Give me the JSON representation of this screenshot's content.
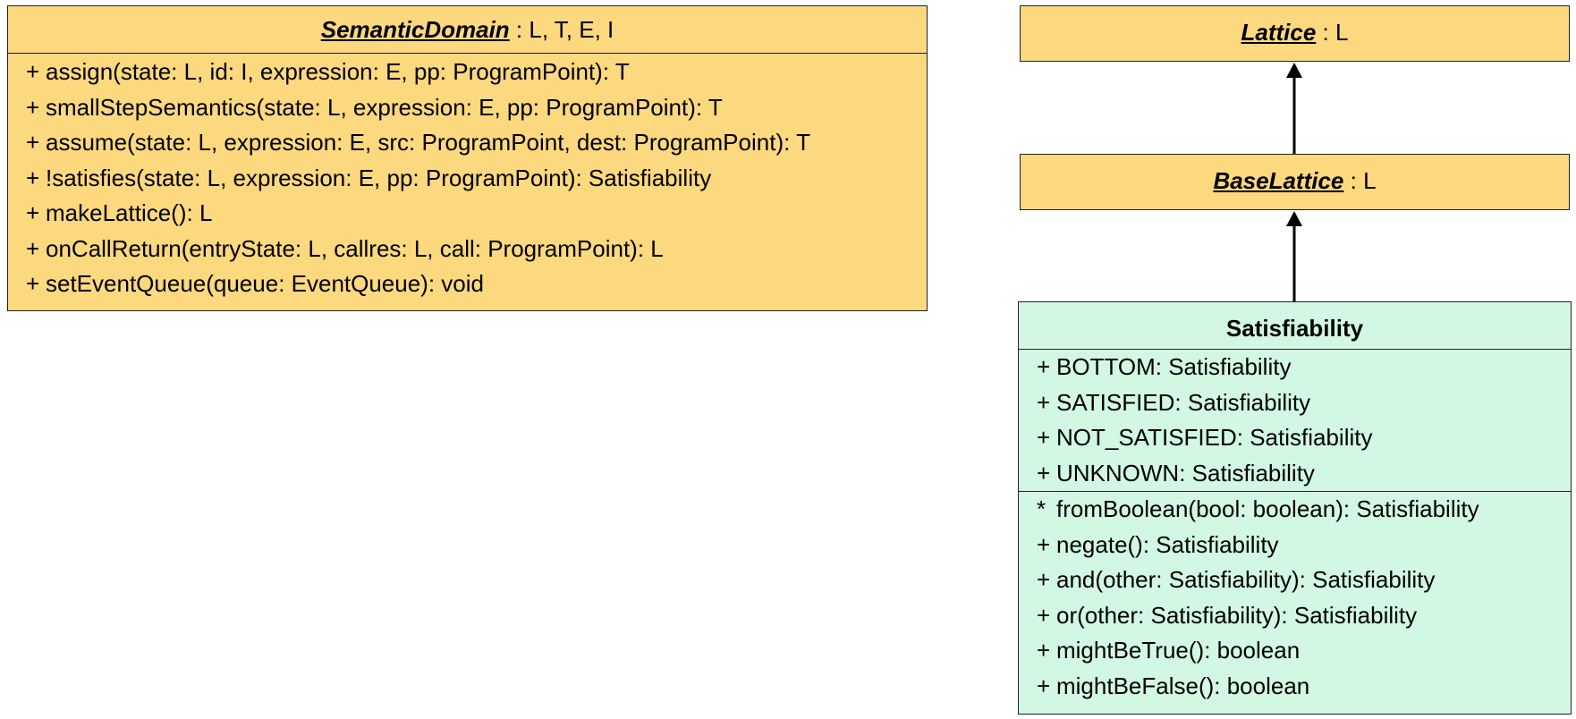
{
  "semantic_domain": {
    "name": "SemanticDomain",
    "type_params": " : L, T, E, I",
    "operations": [
      {
        "vis": "+",
        "sig": "assign(state: L, id: I, expression: E, pp: ProgramPoint): T"
      },
      {
        "vis": "+",
        "sig": "smallStepSemantics(state: L, expression: E, pp: ProgramPoint): T"
      },
      {
        "vis": "+",
        "sig": "assume(state: L, expression: E, src: ProgramPoint, dest: ProgramPoint): T"
      },
      {
        "vis": "+",
        "sig": "!satisfies(state: L, expression: E, pp: ProgramPoint): Satisfiability"
      },
      {
        "vis": "+",
        "sig": "makeLattice(): L"
      },
      {
        "vis": "+",
        "sig": "onCallReturn(entryState: L, callres: L, call: ProgramPoint): L"
      },
      {
        "vis": "+",
        "sig": "setEventQueue(queue: EventQueue): void"
      }
    ]
  },
  "lattice": {
    "name": "Lattice",
    "type_params": " : L"
  },
  "base_lattice": {
    "name": "BaseLattice",
    "type_params": " : L"
  },
  "satisfiability": {
    "name": "Satisfiability",
    "attributes": [
      {
        "vis": "+",
        "sig": "BOTTOM: Satisfiability"
      },
      {
        "vis": "+",
        "sig": "SATISFIED: Satisfiability"
      },
      {
        "vis": "+",
        "sig": "NOT_SATISFIED: Satisfiability"
      },
      {
        "vis": "+",
        "sig": "UNKNOWN: Satisfiability"
      }
    ],
    "operations": [
      {
        "vis": "*",
        "sig": "fromBoolean(bool: boolean): Satisfiability"
      },
      {
        "vis": "+",
        "sig": "negate(): Satisfiability"
      },
      {
        "vis": "+",
        "sig": "and(other: Satisfiability): Satisfiability"
      },
      {
        "vis": "+",
        "sig": "or(other: Satisfiability): Satisfiability"
      },
      {
        "vis": "+",
        "sig": "mightBeTrue(): boolean"
      },
      {
        "vis": "+",
        "sig": "mightBeFalse(): boolean"
      }
    ]
  },
  "colors": {
    "interface_fill": "#fcd87f",
    "class_fill": "#d2f8e4",
    "border": "#222222"
  }
}
